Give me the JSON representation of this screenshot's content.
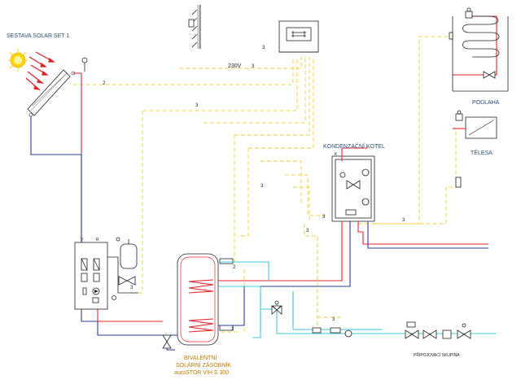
{
  "labels": {
    "solar_set": "SESTAVA SOLAR SET 1",
    "boiler": "KONDENZAČNÍ KOTEL",
    "floor": "PODLAHA",
    "radiators": "TĚLESA",
    "tank_line1": "BIVALENTNÍ",
    "tank_line2": "SOLÁRNÍ ZÁSOBNÍK",
    "tank_line3": "auroSTOR VIH S 300",
    "inlet_group": "PŘÍPOJOVACÍ SKUPINA",
    "voltage": "230V",
    "solar_station_v": "V",
    "solar_station_r": "R",
    "boiler_k": "K"
  },
  "wire_marks": [
    "3",
    "2",
    "3",
    "3",
    "3",
    "3",
    "2",
    "3",
    "3",
    "2",
    "3",
    "3"
  ],
  "colors": {
    "electric": "#f2d545",
    "flow": "#e8262c",
    "return": "#283c9a",
    "water": "#40c8d8",
    "sun": "#ffd400",
    "rays": "#e02020"
  },
  "icons": [
    "sun-icon",
    "solar-collector-icon",
    "expansion-vessel-icon",
    "pump-icon",
    "valve-icon",
    "heat-exchanger-coil-icon",
    "radiator-icon",
    "floor-heating-coil-icon",
    "controller-icon",
    "room-thermostat-icon"
  ]
}
